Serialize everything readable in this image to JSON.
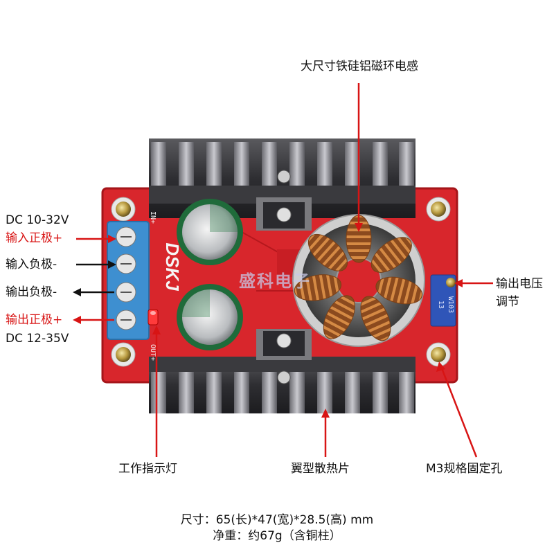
{
  "labels": {
    "input_voltage": "DC 10-32V",
    "input_positive": "输入正极+",
    "input_negative": "输入负极-",
    "output_negative": "输出负极-",
    "output_positive": "输出正极+",
    "output_voltage": "DC 12-35V",
    "inductor": "大尺寸铁硅铝磁环电感",
    "voltage_adjust_line1": "输出电压",
    "voltage_adjust_line2": "调节",
    "indicator_light": "工作指示灯",
    "heatsink": "翼型散热片",
    "mounting_hole": "M3规格固定孔"
  },
  "pcb": {
    "brand": "DSKJ",
    "in_plus": "IN+",
    "out_plus": "OUT+",
    "pot_code": "W103",
    "pot_num": "13"
  },
  "watermark": "盛科电子",
  "specs": {
    "size": "尺寸：65(长)*47(宽)*28.5(高) mm",
    "weight": "净重：约67g（含铜柱）"
  },
  "colors": {
    "pcb": "#d8262c",
    "terminal": "#3e8fd0",
    "copper": "#c07030",
    "callout_red": "#d81414",
    "callout_black": "#111111"
  }
}
